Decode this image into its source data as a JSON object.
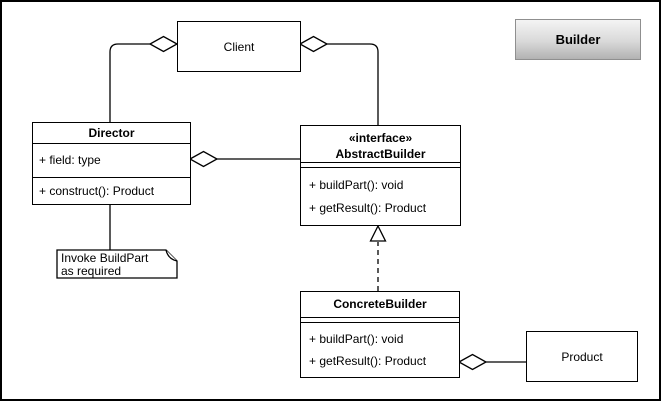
{
  "canvas": {
    "background": "#ffffff",
    "border_color": "#000000",
    "line_color": "#000000"
  },
  "title_box": {
    "label": "Builder",
    "border_color": "#8f8f8f",
    "gradient_top": "#f4f4f4",
    "gradient_bottom": "#b2b2b2"
  },
  "classes": {
    "client": {
      "name": "Client"
    },
    "director": {
      "name": "Director",
      "attributes": [
        "+ field: type"
      ],
      "methods": [
        "+ construct(): Product"
      ]
    },
    "abstract_builder": {
      "stereotype": "«interface»",
      "name": "AbstractBuilder",
      "methods": [
        "+ buildPart(): void",
        "+ getResult(): Product"
      ]
    },
    "concrete_builder": {
      "name": "ConcreteBuilder",
      "methods": [
        "+ buildPart(): void",
        "+ getResult(): Product"
      ]
    },
    "product": {
      "name": "Product"
    }
  },
  "note": {
    "line1": "Invoke BuildPart",
    "line2": "as required"
  },
  "relationships": [
    {
      "type": "aggregation",
      "from": "Client",
      "to": "Director"
    },
    {
      "type": "aggregation",
      "from": "Client",
      "to": "AbstractBuilder"
    },
    {
      "type": "aggregation",
      "from": "Director",
      "to": "AbstractBuilder"
    },
    {
      "type": "realization",
      "from": "ConcreteBuilder",
      "to": "AbstractBuilder"
    },
    {
      "type": "aggregation",
      "from": "ConcreteBuilder",
      "to": "Product"
    },
    {
      "type": "note-link",
      "from": "Director",
      "to": "note"
    }
  ]
}
